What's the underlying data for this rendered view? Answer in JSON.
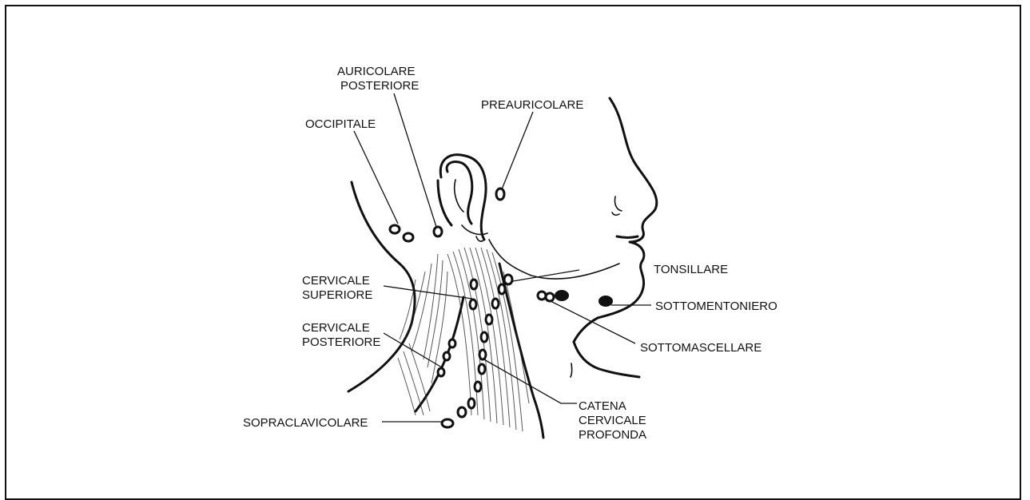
{
  "labels": {
    "auricolare_posteriore": [
      "AURICOLARE",
      "POSTERIORE"
    ],
    "occipitale": [
      "OCCIPITALE"
    ],
    "preauricolare": [
      "PREAURICOLARE"
    ],
    "tonsillare": [
      "TONSILLARE"
    ],
    "cervicale_superiore": [
      "CERVICALE",
      "SUPERIORE"
    ],
    "sottomentoniero": [
      "SOTTOMENTONIERO"
    ],
    "cervicale_posteriore": [
      "CERVICALE",
      "POSTERIORE"
    ],
    "sottomascellare": [
      "SOTTOMASCELLARE"
    ],
    "catena_cervicale_profonda": [
      "CATENA",
      "CERVICALE",
      "PROFONDA"
    ],
    "sopraclavicolare": [
      "SOPRACLAVICOLARE"
    ]
  },
  "colors": {
    "ink": "#111111",
    "background": "#ffffff"
  }
}
